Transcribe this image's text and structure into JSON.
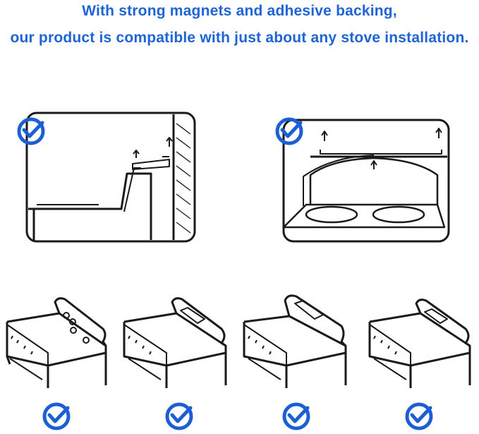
{
  "headline": {
    "line1": "With strong magnets and adhesive backing,",
    "line2": "our product is compatible with just about any stove installation."
  },
  "colors": {
    "accent": "#1c5fd4",
    "ink": "#1a1a1a"
  },
  "icons": [
    "check-icon",
    "stove-diagram-wall-mount",
    "stove-diagram-range-hood",
    "stove-illustration"
  ]
}
